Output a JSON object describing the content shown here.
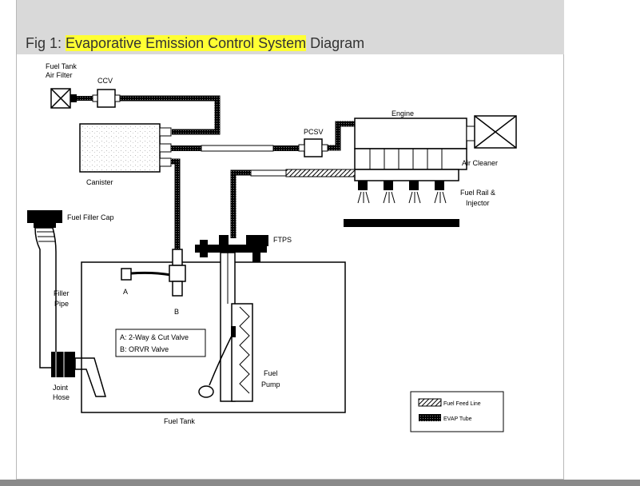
{
  "caption": {
    "prefix": "Fig 1: ",
    "highlight": "Evaporative Emission Control System",
    "suffix": " Diagram"
  },
  "labels": {
    "fuel_tank_air_filter_1": "Fuel Tank",
    "fuel_tank_air_filter_2": "Air Filter",
    "ccv": "CCV",
    "canister": "Canister",
    "pcsv": "PCSV",
    "engine": "Engine",
    "air_cleaner": "Air Cleaner",
    "fuel_rail_1": "Fuel Rail &",
    "fuel_rail_2": "Injector",
    "fuel_filler_cap": "Fuel Filler Cap",
    "ftps": "FTPS",
    "filler_pipe_1": "Filler",
    "filler_pipe_2": "Pipe",
    "a": "A",
    "b": "B",
    "valve_a": "A: 2-Way & Cut Valve",
    "valve_b": "B: ORVR Valve",
    "fuel_pump_1": "Fuel",
    "fuel_pump_2": "Pump",
    "joint_hose_1": "Joint",
    "joint_hose_2": "Hose",
    "fuel_tank": "Fuel Tank"
  },
  "legend": {
    "fuel_feed_line": "Fuel Feed Line",
    "evap_tube": "EVAP Tube"
  },
  "colors": {
    "highlight": "#ffff33",
    "caption_bar": "#d9d9d9",
    "line": "#000000"
  }
}
